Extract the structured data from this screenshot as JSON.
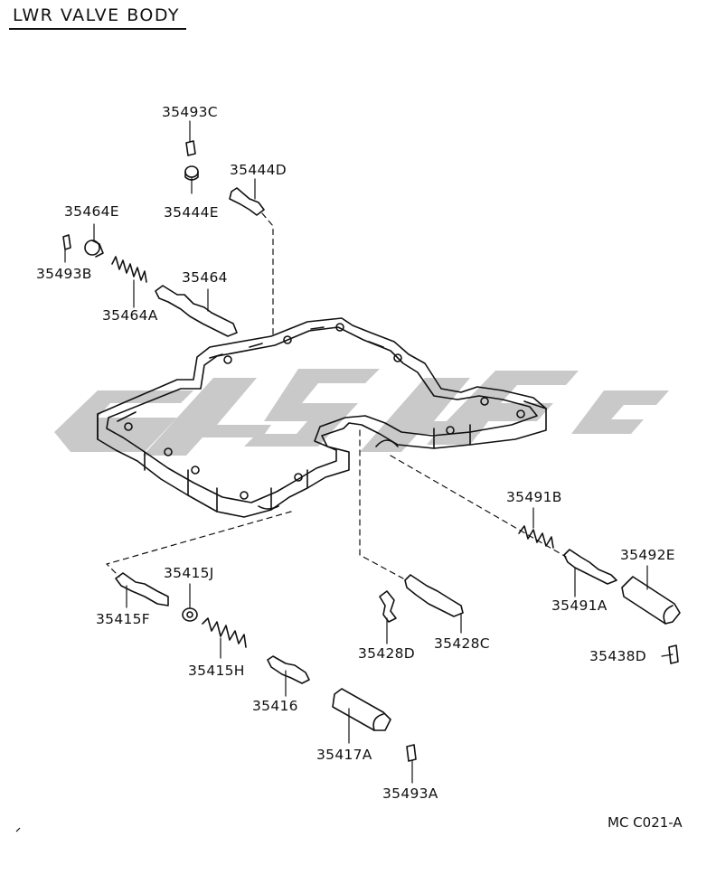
{
  "title": "LWR VALVE BODY",
  "drawing_code": "MC  C021-A",
  "parts": {
    "p35493C": "35493C",
    "p35444D": "35444D",
    "p35444E": "35444E",
    "p35464E": "35464E",
    "p35493B": "35493B",
    "p35464": "35464",
    "p35464A": "35464A",
    "p35491B": "35491B",
    "p35492E": "35492E",
    "p35491A": "35491A",
    "p35438D": "35438D",
    "p35415J": "35415J",
    "p35415F": "35415F",
    "p35415H": "35415H",
    "p35416": "35416",
    "p35428D": "35428D",
    "p35428C": "35428C",
    "p35417A": "35417A",
    "p35493A": "35493A"
  }
}
